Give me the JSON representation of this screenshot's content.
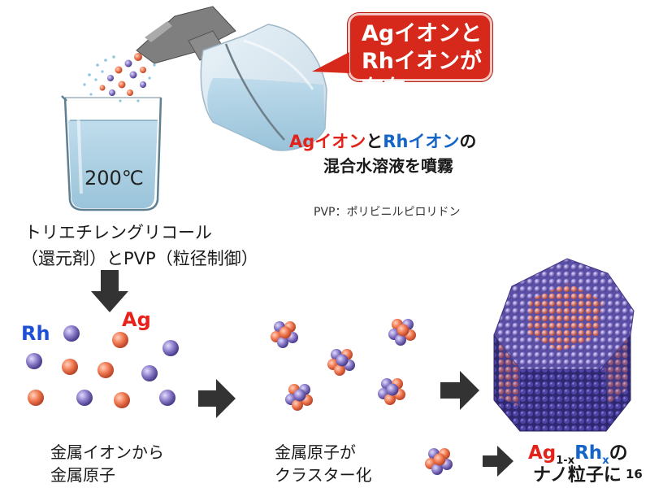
{
  "callout": {
    "line1": "Agイオンと",
    "line2": "Rhイオンが存在"
  },
  "spray_label": {
    "part1": "Agイオン",
    "part2": "と",
    "part3": "Rhイオン",
    "part4": "の",
    "line2": "混合水溶液を噴霧"
  },
  "pvp_note": "PVP：ポリビニルピロリドン",
  "beaker": {
    "temperature": "200℃"
  },
  "solvent": {
    "line1": "トリエチレングリコール",
    "line2": "（還元剤）とPVP（粒径制御）"
  },
  "atoms": {
    "rh_label": "Rh",
    "ag_label": "Ag"
  },
  "steps": {
    "step1_line1": "金属イオンから",
    "step1_line2": "金属原子",
    "step2_line1": "金属原子が",
    "step2_line2": "クラスター化"
  },
  "result": {
    "ag": "Ag",
    "sub1": "1-x",
    "rh": "Rh",
    "sub2": "x",
    "suffix": "の",
    "line2": "ナノ粒子に"
  },
  "page_number": "16",
  "colors": {
    "ag_atom": "#f07850",
    "rh_atom": "#8a7ac8",
    "callout_bg": "#d7281c",
    "arrow": "#333333",
    "liquid": "#a9cfe3"
  }
}
